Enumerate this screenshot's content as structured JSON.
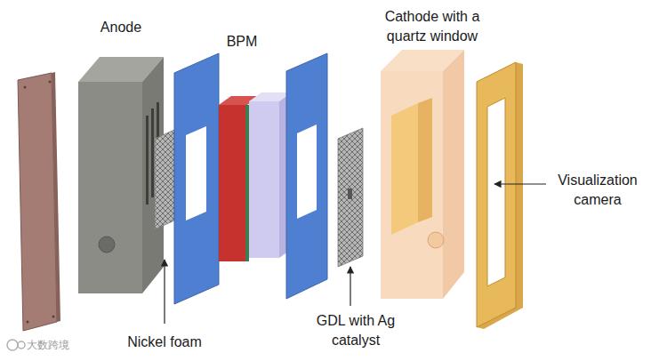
{
  "diagram": {
    "labels": [
      "Anode",
      "BPM",
      "Cathode with a quartz window",
      "Visualization camera",
      "Nickel foam",
      "GDL with Ag catalyst",
      "大数跨境"
    ]
  }
}
